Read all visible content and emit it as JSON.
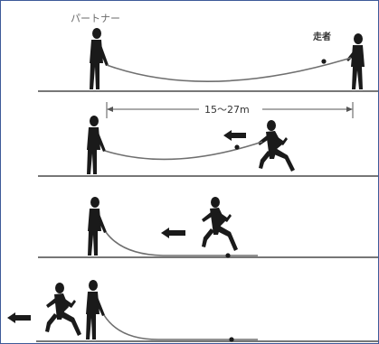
{
  "labels": {
    "partner": "パートナー",
    "runner": "走者",
    "distance": "15〜27m"
  },
  "colors": {
    "figure": "#1a1a1a",
    "rope": "#6f6f6f",
    "ground": "#4a4a4a",
    "border": "#3d5a99"
  },
  "icons": [
    "person-standing-icon",
    "person-running-icon",
    "arrow-left-icon",
    "rope-weight-icon"
  ]
}
